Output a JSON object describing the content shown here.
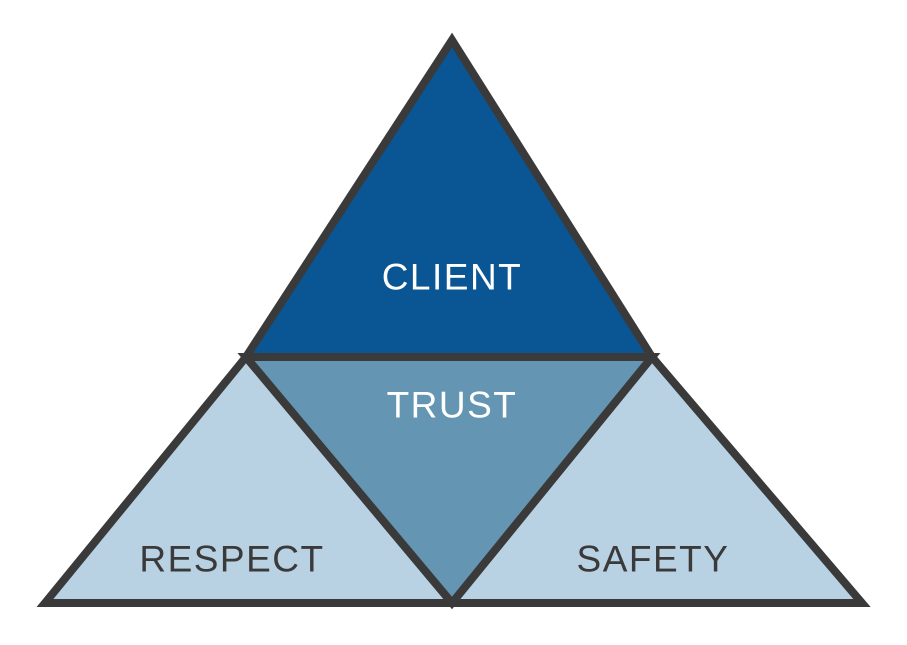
{
  "page": {
    "background_color": "#ffffff"
  },
  "diagram": {
    "kind": "pyramid-values-diagram",
    "stroke_color": "#3a3a3a",
    "stroke_width": "8",
    "sections": {
      "client": {
        "label": "CLIENT",
        "fill": "#0a5694",
        "text_color": "#ffffff"
      },
      "trust": {
        "label": "TRUST",
        "fill": "#6496b4",
        "text_color": "#ffffff"
      },
      "respect": {
        "label": "RESPECT",
        "fill": "#b8d1e3",
        "text_color": "#3a3a3a"
      },
      "safety": {
        "label": "SAFETY",
        "fill": "#b8d1e3",
        "text_color": "#3a3a3a"
      }
    }
  }
}
